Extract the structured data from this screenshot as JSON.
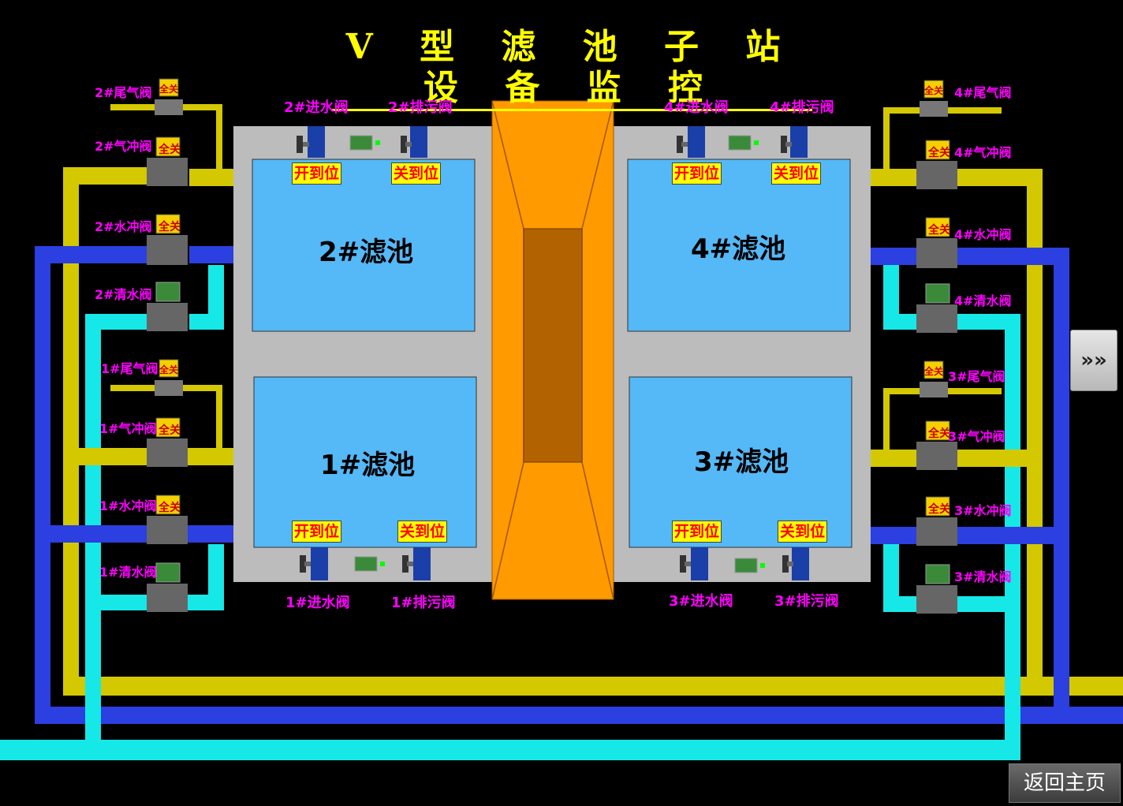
{
  "title": "V 型 滤 池 子 站 设 备 监 控",
  "pools": [
    {
      "label": "2#滤池"
    },
    {
      "label": "4#滤池"
    },
    {
      "label": "1#滤池"
    },
    {
      "label": "3#滤池"
    }
  ],
  "top_valves": {
    "v2_in": "2#进水阀",
    "v2_drain": "2#排污阀",
    "v4_in": "4#进水阀",
    "v4_drain": "4#排污阀",
    "v1_in": "1#进水阀",
    "v1_drain": "1#排污阀",
    "v3_in": "3#进水阀",
    "v3_drain": "3#排污阀"
  },
  "status_open": "开到位",
  "status_closed": "关到位",
  "left_valves": {
    "tail2": "2#尾气阀",
    "air2": "2#气冲阀",
    "water2": "2#水冲阀",
    "clean2": "2#清水阀",
    "tail1": "1#尾气阀",
    "air1": "1#气冲阀",
    "water1": "1#水冲阀",
    "clean1": "1#清水阀"
  },
  "right_valves": {
    "tail4": "4#尾气阀",
    "air4": "4#气冲阀",
    "water4": "4#水冲阀",
    "clean4": "4#清水阀",
    "tail3": "3#尾气阀",
    "air3": "3#气冲阀",
    "water3": "3#水冲阀",
    "clean3": "3#清水阀"
  },
  "valve_state_tag": "全关",
  "buttons": {
    "back": "返回主页",
    "next": "»»"
  },
  "colors": {
    "air_pipe": "#d4c800",
    "water_pipe": "#2c3fe0",
    "clean_pipe": "#16e8e8",
    "pool": "#55b8f7",
    "basin": "#bcbcbc",
    "channel": "#ff9a00",
    "channel_inner": "#b36200",
    "label": "#ff00ff",
    "title": "#ffff00"
  }
}
